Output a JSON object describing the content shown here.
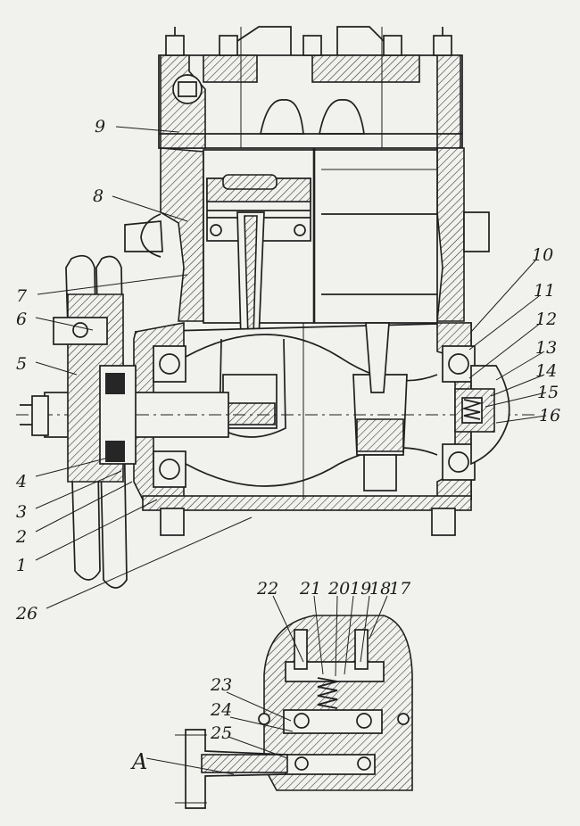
{
  "callouts": [
    {
      "id": "1",
      "text": "1"
    },
    {
      "id": "2",
      "text": "2"
    },
    {
      "id": "3",
      "text": "3"
    },
    {
      "id": "4",
      "text": "4"
    },
    {
      "id": "5",
      "text": "5"
    },
    {
      "id": "6",
      "text": "6"
    },
    {
      "id": "7",
      "text": "7"
    },
    {
      "id": "8",
      "text": "8"
    },
    {
      "id": "9",
      "text": "9"
    },
    {
      "id": "10",
      "text": "10"
    },
    {
      "id": "11",
      "text": "11"
    },
    {
      "id": "12",
      "text": "12"
    },
    {
      "id": "13",
      "text": "13"
    },
    {
      "id": "14",
      "text": "14"
    },
    {
      "id": "15",
      "text": "15"
    },
    {
      "id": "16",
      "text": "16"
    },
    {
      "id": "17",
      "text": "17"
    },
    {
      "id": "18",
      "text": "18"
    },
    {
      "id": "19",
      "text": "19"
    },
    {
      "id": "20",
      "text": "20"
    },
    {
      "id": "21",
      "text": "21"
    },
    {
      "id": "22",
      "text": "22"
    },
    {
      "id": "23",
      "text": "23"
    },
    {
      "id": "24",
      "text": "24"
    },
    {
      "id": "25",
      "text": "25"
    },
    {
      "id": "26",
      "text": "26"
    },
    {
      "id": "A",
      "text": "A"
    }
  ]
}
